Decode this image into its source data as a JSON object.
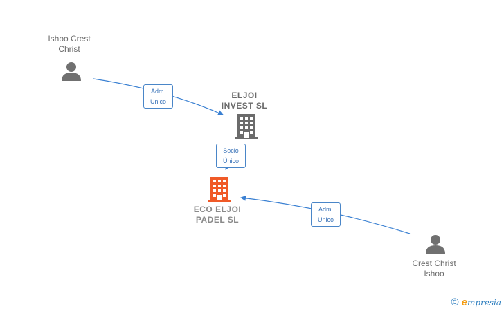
{
  "nodes": {
    "person_top": {
      "name_line1": "Ishoo Crest",
      "name_line2": "Christ",
      "icon": "person-icon"
    },
    "company_eljoi": {
      "name_line1": "ELJOI",
      "name_line2": "INVEST  SL",
      "icon": "building-icon",
      "color": "#6b6b6b"
    },
    "company_main": {
      "name_line1": "ECO ELJOI",
      "name_line2": "PADEL  SL",
      "icon": "building-icon",
      "color": "#f05a28"
    },
    "person_bottom": {
      "name_line1": "Crest Christ",
      "name_line2": "Ishoo",
      "icon": "person-icon"
    }
  },
  "edges": {
    "top_to_eljoi": {
      "line1": "Adm.",
      "line2": "Unico"
    },
    "eljoi_to_main": {
      "line1": "Socio",
      "line2": "Único"
    },
    "bottom_to_main": {
      "line1": "Adm.",
      "line2": "Unico"
    }
  },
  "colors": {
    "edge": "#3a80d2",
    "person": "#707070"
  },
  "footer": {
    "copyright": "©",
    "brand_first": "e",
    "brand_rest": "mpresia"
  }
}
